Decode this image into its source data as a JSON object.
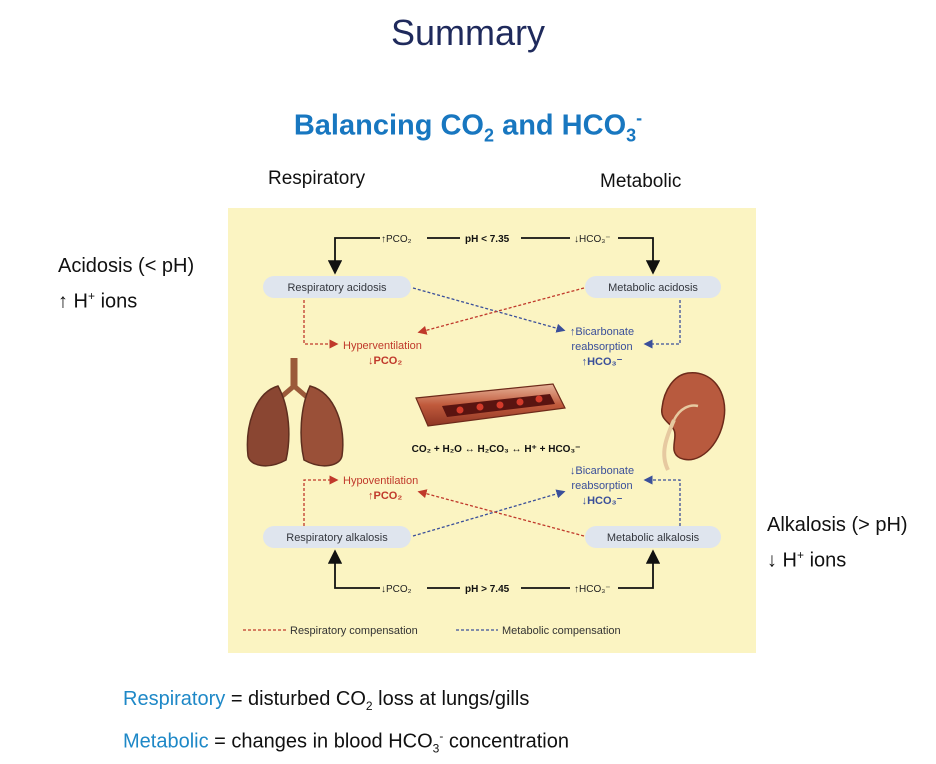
{
  "title": "Summary",
  "subtitle": {
    "pre": "Balancing CO",
    "co2_sub": "2",
    "mid": " and HCO",
    "hco3_sub": "3",
    "hco3_sup": "-"
  },
  "columns": {
    "left": "Respiratory",
    "right": "Metabolic"
  },
  "acidosis": {
    "line1": "Acidosis (< pH)",
    "arrow": "↑ H",
    "sup": "+",
    "ions": " ions"
  },
  "alkalosis": {
    "line1": "Alkalosis (> pH)",
    "arrow": "↓ H",
    "sup": "+",
    "ions": " ions"
  },
  "diagram": {
    "top_pco2": "↑PCO₂",
    "top_ph": "pH < 7.35",
    "top_hco3": "↓HCO₃⁻",
    "resp_acidosis": "Respiratory acidosis",
    "metab_acidosis": "Metabolic acidosis",
    "hyperventilation": "Hyperventilation",
    "hyper_pco2": "↓PCO₂",
    "bicarb_up_1": "↑Bicarbonate",
    "bicarb_up_2": "reabsorption",
    "bicarb_up_3": "↑HCO₃⁻",
    "equation": "CO₂ + H₂O ↔ H₂CO₃ ↔ H⁺ + HCO₃⁻",
    "hypoventilation": "Hypoventilation",
    "hypo_pco2": "↑PCO₂",
    "bicarb_down_1": "↓Bicarbonate",
    "bicarb_down_2": "reabsorption",
    "bicarb_down_3": "↓HCO₃⁻",
    "resp_alkalosis": "Respiratory alkalosis",
    "metab_alkalosis": "Metabolic alkalosis",
    "bot_pco2": "↓PCO₂",
    "bot_ph": "pH > 7.45",
    "bot_hco3": "↑HCO₃⁻",
    "legend_resp": "Respiratory compensation",
    "legend_metab": "Metabolic compensation"
  },
  "bottom": {
    "line1_term": "Respiratory",
    "line1_a": " = disturbed CO",
    "line1_sub": "2",
    "line1_b": " loss at lungs/gills",
    "line2_term": "Metabolic",
    "line2_a": " = changes in blood HCO",
    "line2_sub": "3",
    "line2_sup": "-",
    "line2_b": " concentration"
  },
  "colors": {
    "title": "#1f2a5c",
    "subtitle": "#1877c0",
    "panel": "#fbf4c2",
    "red": "#c0392b",
    "blue": "#3a4f9a"
  }
}
